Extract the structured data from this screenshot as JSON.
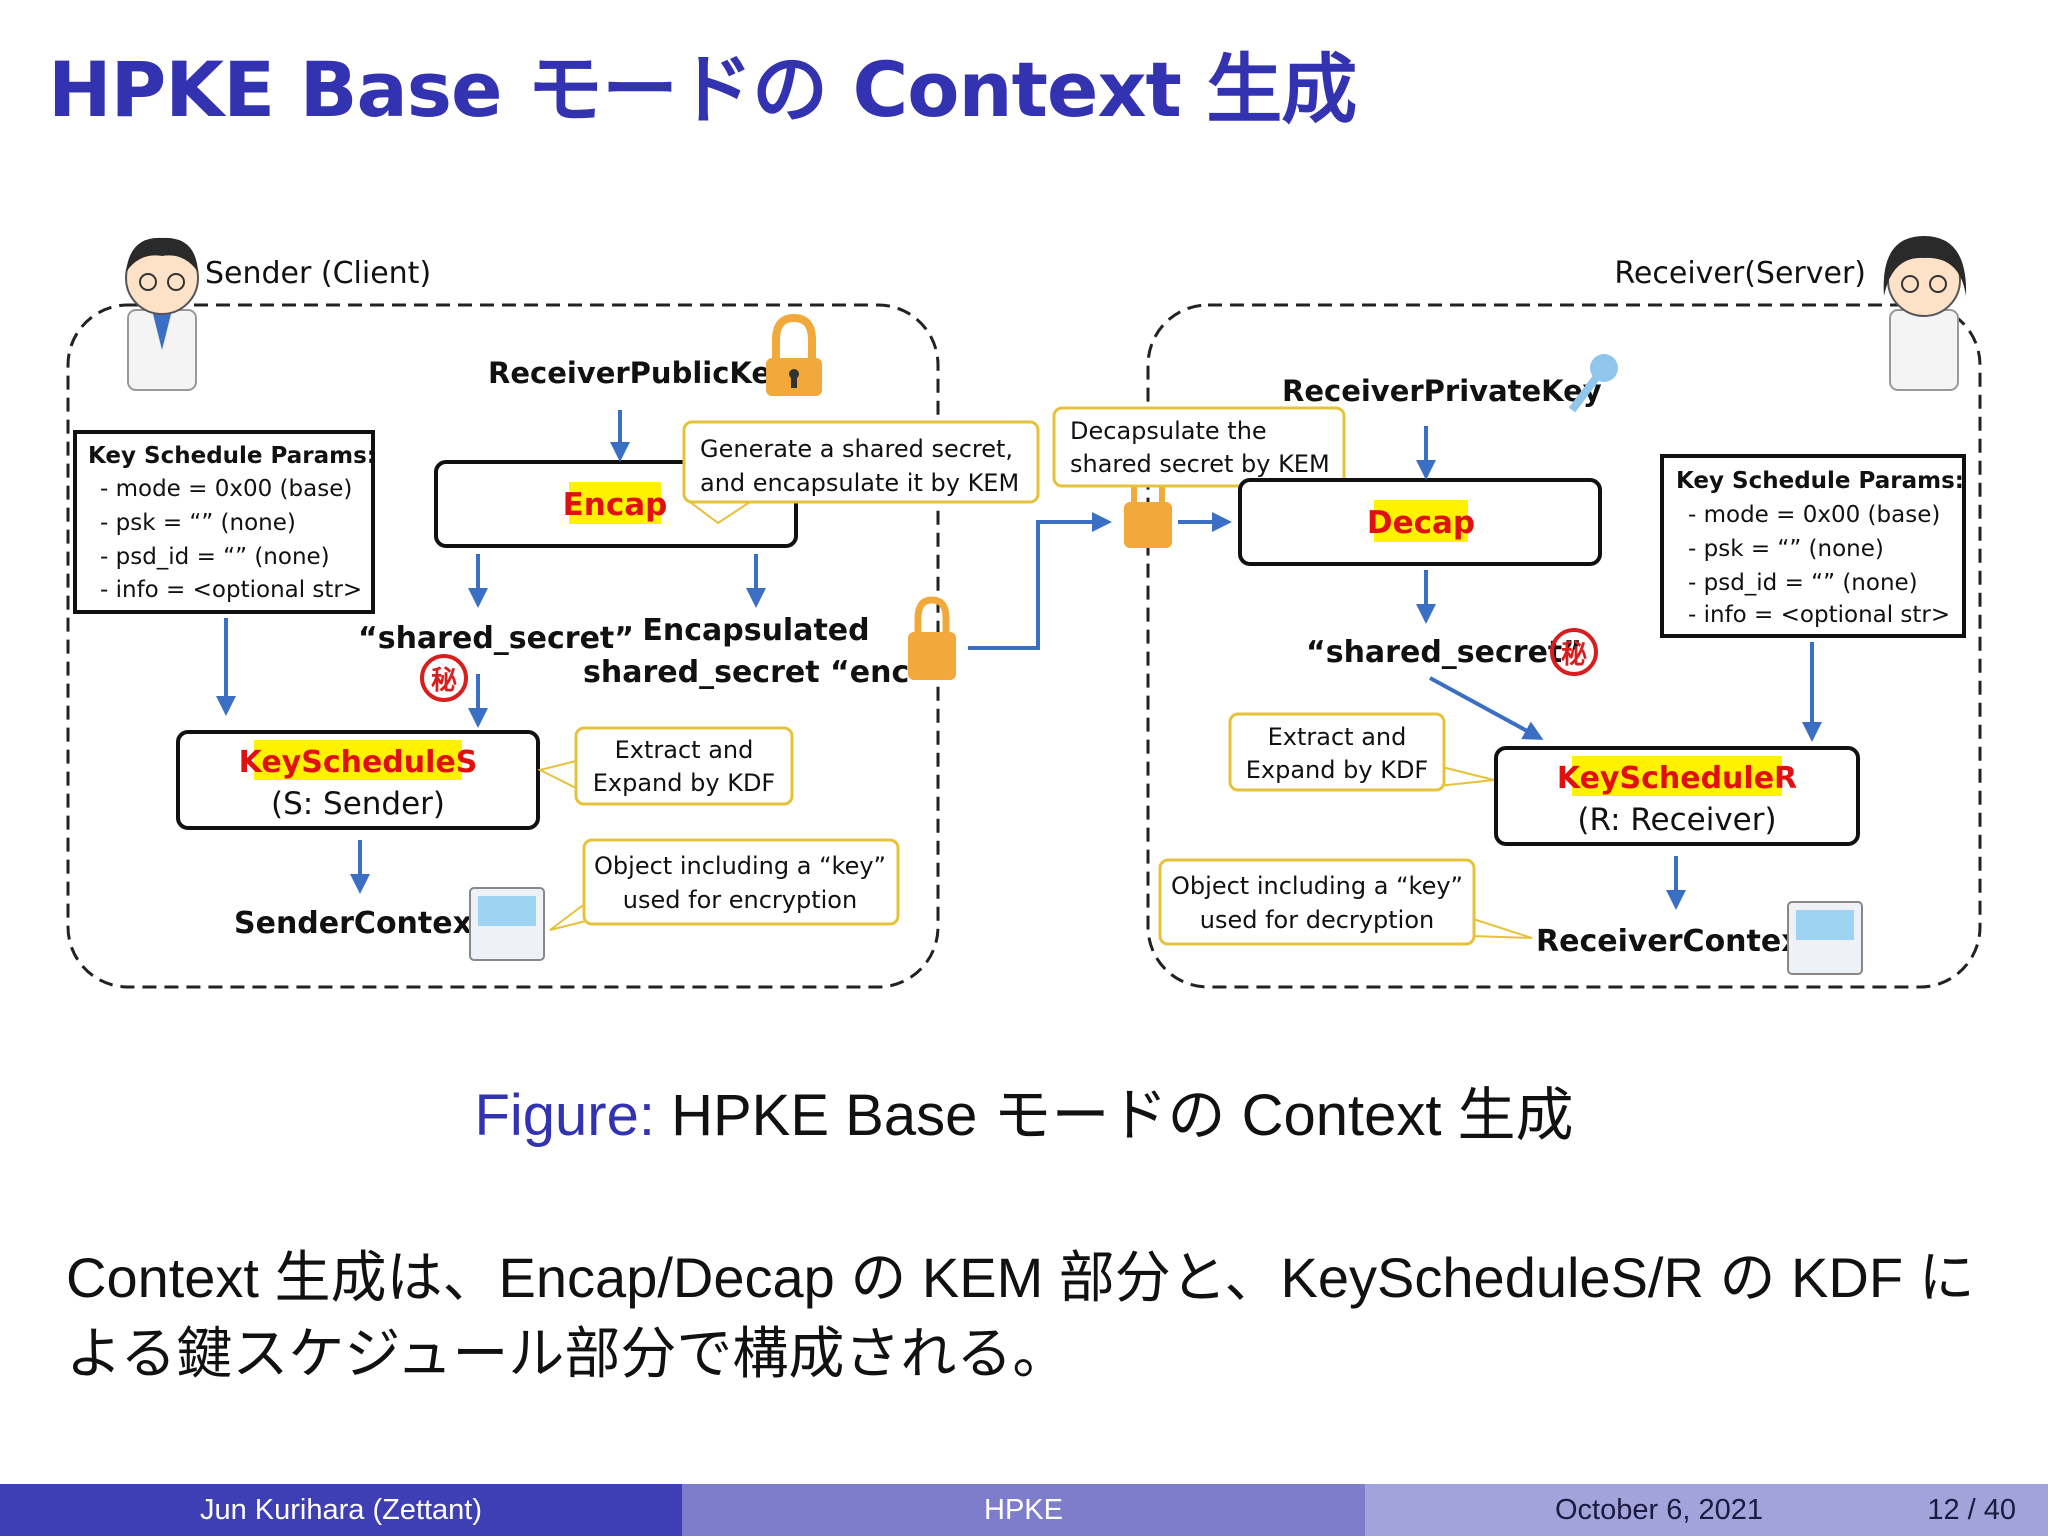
{
  "slide": {
    "title": "HPKE Base モードの Context 生成",
    "caption_label": "Figure:",
    "caption_text": "HPKE Base モードの Context 生成",
    "body": "Context 生成は、Encap/Decap の KEM 部分と、KeyScheduleS/R の KDF による鍵スケジュール部分で構成される。"
  },
  "diagram": {
    "sender_label": "Sender (Client)",
    "receiver_label": "Receiver(Server)",
    "sender_params_title": "Key Schedule Params:",
    "sender_params": [
      "- mode = 0x00 (base)",
      "- psk = “” (none)",
      "- psd_id = “” (none)",
      "- info = <optional str>"
    ],
    "receiver_params_title": "Key Schedule Params:",
    "receiver_params": [
      "- mode = 0x00 (base)",
      "- psk = “” (none)",
      "- psd_id = “” (none)",
      "- info = <optional str>"
    ],
    "receiver_public_key": "ReceiverPublicKey",
    "receiver_private_key": "ReceiverPrivateKey",
    "encap": "Encap",
    "decap": "Decap",
    "encap_note_1": "Generate a shared secret,",
    "encap_note_2": "and encapsulate it by KEM",
    "decap_note_1": "Decapsulate the",
    "decap_note_2": "shared secret by KEM",
    "shared_secret_s": "“shared_secret”",
    "shared_secret_r": "“shared_secret”",
    "secret_mark": "秘",
    "encapsulated_1": "Encapsulated",
    "encapsulated_2": "shared_secret “enc”",
    "key_schedule_s": "KeyScheduleS",
    "key_schedule_s_sub": "(S: Sender)",
    "key_schedule_r": "KeyScheduleR",
    "key_schedule_r_sub": "(R: Receiver)",
    "kdf_note_s_1": "Extract and",
    "kdf_note_s_2": "Expand by KDF",
    "kdf_note_r_1": "Extract and",
    "kdf_note_r_2": "Expand by KDF",
    "ctx_note_s_1": "Object including a “key”",
    "ctx_note_s_2": "used for encryption",
    "ctx_note_r_1": "Object including a “key”",
    "ctx_note_r_2": "used for decryption",
    "sender_context": "SenderContext",
    "receiver_context": "ReceiverContext"
  },
  "footer": {
    "author": "Jun Kurihara  (Zettant)",
    "short_title": "HPKE",
    "date": "October 6, 2021",
    "page": "12 / 40"
  },
  "colors": {
    "title": "#3333b2",
    "arrow": "#3b6fc4",
    "note_border": "#e6c13a",
    "highlight": "#fff200",
    "highlight_text": "#e01010",
    "secret_mark": "#d81e1e",
    "lock": "#f2a93b"
  }
}
